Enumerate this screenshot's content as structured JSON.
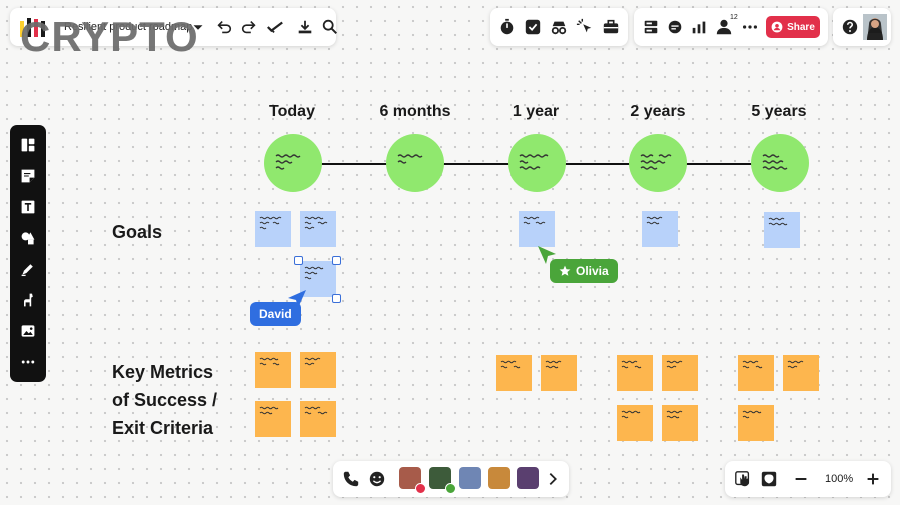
{
  "header": {
    "board_title": "Resilient product roadmap",
    "watermark": "CRYPTO",
    "share_label": "Share",
    "user_count": "12"
  },
  "timeline": {
    "columns": [
      "Today",
      "6 months",
      "1 year",
      "2 years",
      "5 years"
    ]
  },
  "rows": {
    "goals_label": "Goals",
    "metrics_label_line1": "Key Metrics",
    "metrics_label_line2": "of Success /",
    "metrics_label_line3": "Exit Criteria"
  },
  "cursors": {
    "david": "David",
    "olivia": "Olivia"
  },
  "zoom": {
    "level": "100%"
  },
  "colors": {
    "circle": "#90e86e",
    "note_blue": "#b8d2fa",
    "note_orange": "#fdb64e",
    "share": "#e2304a",
    "david": "#2f6ee0",
    "olivia": "#4aa53a"
  },
  "icons": {
    "top_left": [
      "undo-icon",
      "redo-icon",
      "check-icon",
      "download-icon",
      "search-icon"
    ],
    "top_tools": [
      "timer-icon",
      "checkbox-icon",
      "incognito-icon",
      "cursor-click-icon",
      "briefcase-icon"
    ],
    "left_toolbar": [
      "layout-icon",
      "sticky-note-icon",
      "text-icon",
      "shapes-icon",
      "pen-icon",
      "llama-icon",
      "image-icon",
      "more-icon"
    ],
    "bottom": [
      "phone-icon",
      "smiley-icon",
      "chevron-right-icon",
      "minus-icon",
      "plus-icon"
    ]
  }
}
